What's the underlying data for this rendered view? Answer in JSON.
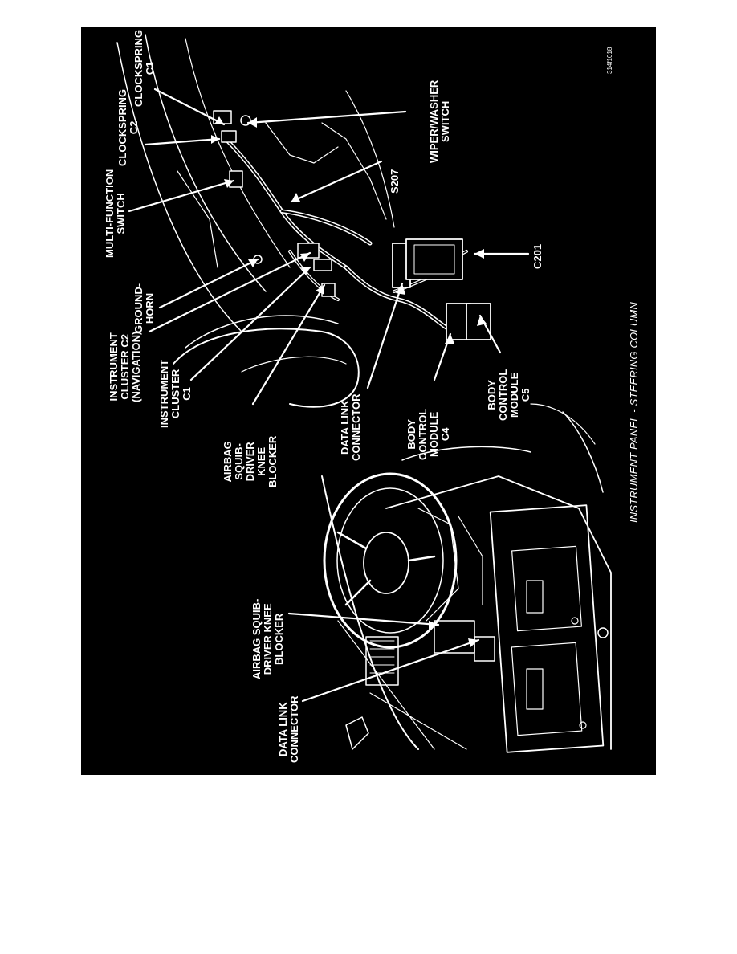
{
  "figure": {
    "id": "314f1018",
    "caption": "INSTRUMENT PANEL - STEERING COLUMN",
    "colors": {
      "background": "#000000",
      "ink": "#ffffff",
      "page": "#ffffff"
    }
  },
  "callouts": [
    {
      "key": "clockspring_c1",
      "text": "CLOCKSPRING\nC1"
    },
    {
      "key": "clockspring_c2",
      "text": "CLOCKSPRING\nC2"
    },
    {
      "key": "wiper_washer_switch",
      "text": "WIPER/WASHER\nSWITCH"
    },
    {
      "key": "multifunction_switch",
      "text": "MULTI-FUNCTION\nSWITCH"
    },
    {
      "key": "s207",
      "text": "S207"
    },
    {
      "key": "ground_horn",
      "text": "GROUND-\nHORN"
    },
    {
      "key": "c201",
      "text": "C201"
    },
    {
      "key": "instrument_cluster_c2",
      "text": "INSTRUMENT\nCLUSTER C2\n(NAVIGATION)"
    },
    {
      "key": "instrument_cluster_c1",
      "text": "INSTRUMENT\nCLUSTER\nC1"
    },
    {
      "key": "data_link_connector_right",
      "text": "DATA LINK\nCONNECTOR"
    },
    {
      "key": "body_control_module_c4",
      "text": "BODY\nCONTROL\nMODULE\nC4"
    },
    {
      "key": "body_control_module_c5",
      "text": "BODY\nCONTROL\nMODULE\nC5"
    },
    {
      "key": "airbag_squib_right",
      "text": "AIRBAG\nSQUIB-\nDRIVER\nKNEE\nBLOCKER"
    },
    {
      "key": "airbag_squib_left",
      "text": "AIRBAG SQUIB-\nDRIVER KNEE\nBLOCKER"
    },
    {
      "key": "data_link_connector_left",
      "text": "DATA LINK\nCONNECTOR"
    }
  ]
}
